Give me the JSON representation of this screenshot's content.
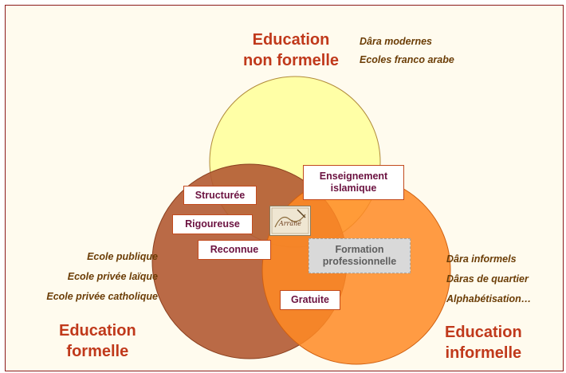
{
  "colors": {
    "slide_bg": "#fffbee",
    "border": "#8b1a1a",
    "circle_non_formelle": "#ffffa6",
    "circle_formelle": "#b35a33",
    "circle_informelle": "#ff8a24",
    "title": "#c0391b",
    "list_text": "#6b3d06",
    "box_text": "#6b1240"
  },
  "titles": {
    "non_formelle": {
      "line1": "Education",
      "line2": "non formelle"
    },
    "formelle": {
      "line1": "Education",
      "line2": "formelle"
    },
    "informelle": {
      "line1": "Education",
      "line2": "informelle"
    }
  },
  "lists": {
    "non_formelle": [
      "Dâra modernes",
      "Ecoles franco arabe"
    ],
    "formelle": [
      "Ecole publique",
      "Ecole privée laïque",
      "Ecole privée catholique"
    ],
    "informelle": [
      "Dâra informels",
      "Dâras de quartier",
      "Alphabétisation…"
    ]
  },
  "boxes": {
    "enseignement": {
      "line1": "Enseignement",
      "line2": "islamique"
    },
    "structuree": "Structurée",
    "rigoureuse": "Rigoureuse",
    "reconnue": "Reconnue",
    "formation": {
      "line1": "Formation",
      "line2": "professionnelle"
    },
    "gratuite": "Gratuite"
  },
  "logo_text": "Arrâné"
}
